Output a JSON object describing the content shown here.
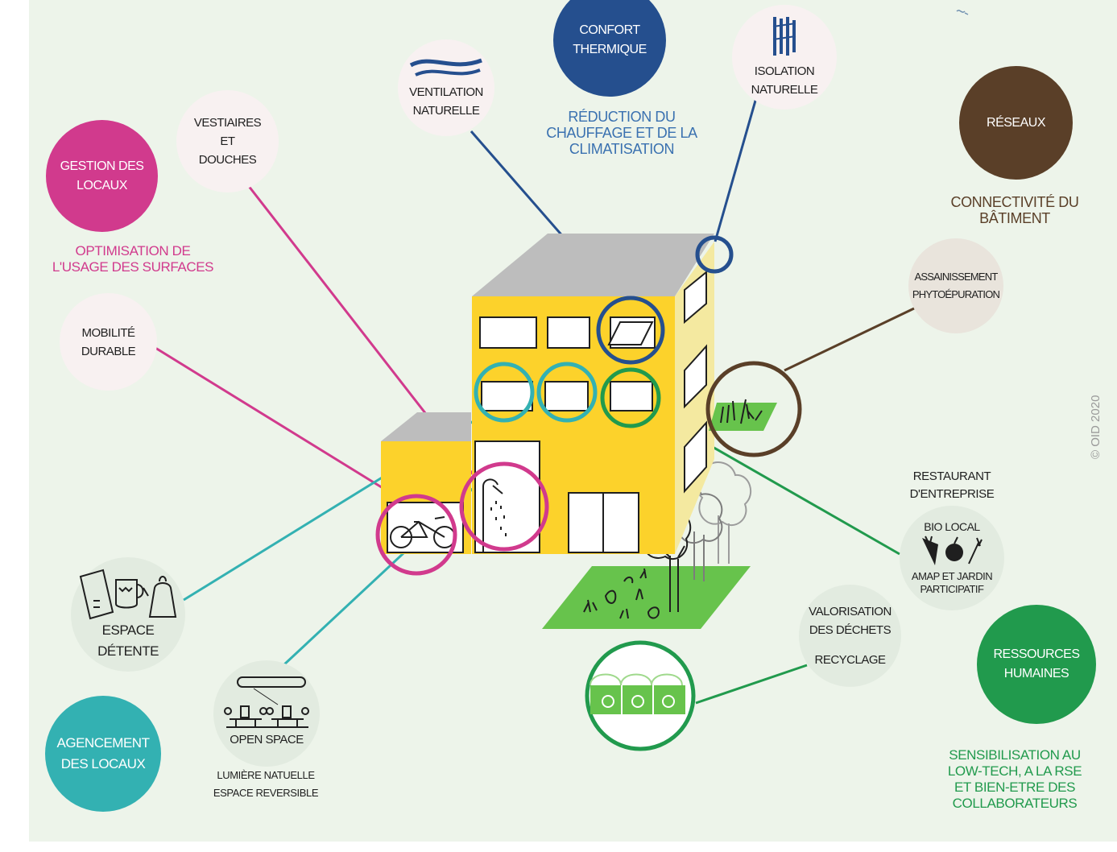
{
  "colors": {
    "background": "#edf4ea",
    "building_yellow": "#fcd22b",
    "roof_grey": "#bdbdbd",
    "navy": "#254f8e",
    "magenta": "#d13a8d",
    "teal": "#33b1b2",
    "brown": "#5a3f28",
    "green": "#219a4d",
    "light_green": "#67c34c",
    "pale_bubble": "#e2ebe0"
  },
  "categories": {
    "confort": {
      "title": "CONFORT THERMIQUE",
      "caption": [
        "RÉDUCTION DU",
        "CHAUFFAGE ET DE LA",
        "CLIMATISATION"
      ]
    },
    "gestion": {
      "title": [
        "GESTION DES",
        "LOCAUX"
      ],
      "caption": [
        "OPTIMISATION DE",
        "L'USAGE DES SURFACES"
      ]
    },
    "reseaux": {
      "title": "RÉSEAUX",
      "caption": [
        "CONNECTIVITÉ DU",
        "BÂTIMENT"
      ]
    },
    "agencement": {
      "title": [
        "AGENCEMENT",
        "DES LOCAUX"
      ]
    },
    "ressources": {
      "title": [
        "RESSOURCES",
        "HUMAINES"
      ],
      "caption": [
        "SENSIBILISATION AU",
        "LOW-TECH, A LA RSE",
        "ET BIEN-ETRE DES",
        "COLLABORATEURS"
      ]
    }
  },
  "items": {
    "ventilation": [
      "VENTILATION",
      "NATURELLE"
    ],
    "isolation": [
      "ISOLATION",
      "NATURELLE"
    ],
    "vestiaires": [
      "VESTIAIRES",
      "ET",
      "DOUCHES"
    ],
    "mobilite": [
      "MOBILITÉ",
      "DURABLE"
    ],
    "assainissement": [
      "ASSAINISSEMENT",
      "PHYTOÉPURATION"
    ],
    "restaurant_header": [
      "RESTAURANT",
      "D'ENTREPRISE"
    ],
    "bio_local": "BIO LOCAL",
    "amap": [
      "AMAP ET JARDIN",
      "PARTICIPATIF"
    ],
    "dechets": [
      "VALORISATION",
      "DES DÉCHETS",
      "RECYCLAGE"
    ],
    "detente": [
      "ESPACE",
      "DÉTENTE"
    ],
    "open_space": "OPEN SPACE",
    "open_space_caption": [
      "LUMIÈRE NATUELLE",
      "ESPACE REVERSIBLE"
    ]
  },
  "copyright": "© OID 2020"
}
